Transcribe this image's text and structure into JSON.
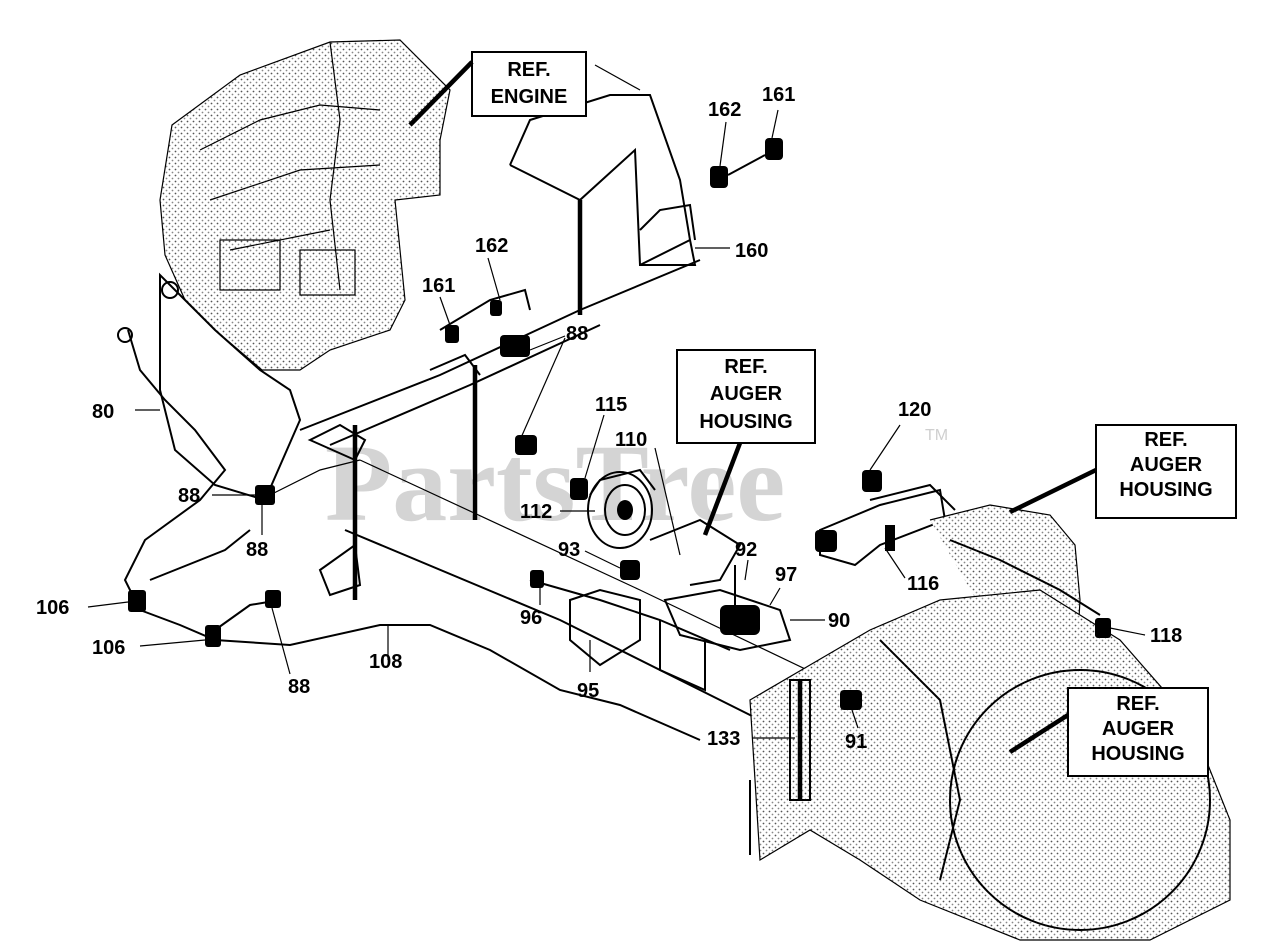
{
  "watermark": {
    "text": "PartsTree",
    "trademark": "TM"
  },
  "ref_boxes": {
    "engine": [
      "REF.",
      "ENGINE"
    ],
    "auger_housing_center": [
      "REF.",
      "AUGER",
      "HOUSING"
    ],
    "auger_housing_right_top": [
      "REF.",
      "AUGER",
      "HOUSING"
    ],
    "auger_housing_right_bottom": [
      "REF.",
      "AUGER",
      "HOUSING"
    ]
  },
  "callouts": {
    "c161_top": "161",
    "c162_top": "162",
    "c160": "160",
    "c162_mid": "162",
    "c161_mid": "161",
    "c88_mid": "88",
    "c80": "80",
    "c88_left": "88",
    "c88_left2": "88",
    "c106_a": "106",
    "c106_b": "106",
    "c108": "108",
    "c88_bottom": "88",
    "c115": "115",
    "c110": "110",
    "c112": "112",
    "c93": "93",
    "c96": "96",
    "c95": "95",
    "c92": "92",
    "c97": "97",
    "c90": "90",
    "c120": "120",
    "c116": "116",
    "c118": "118",
    "c91": "91",
    "c133": "133"
  }
}
